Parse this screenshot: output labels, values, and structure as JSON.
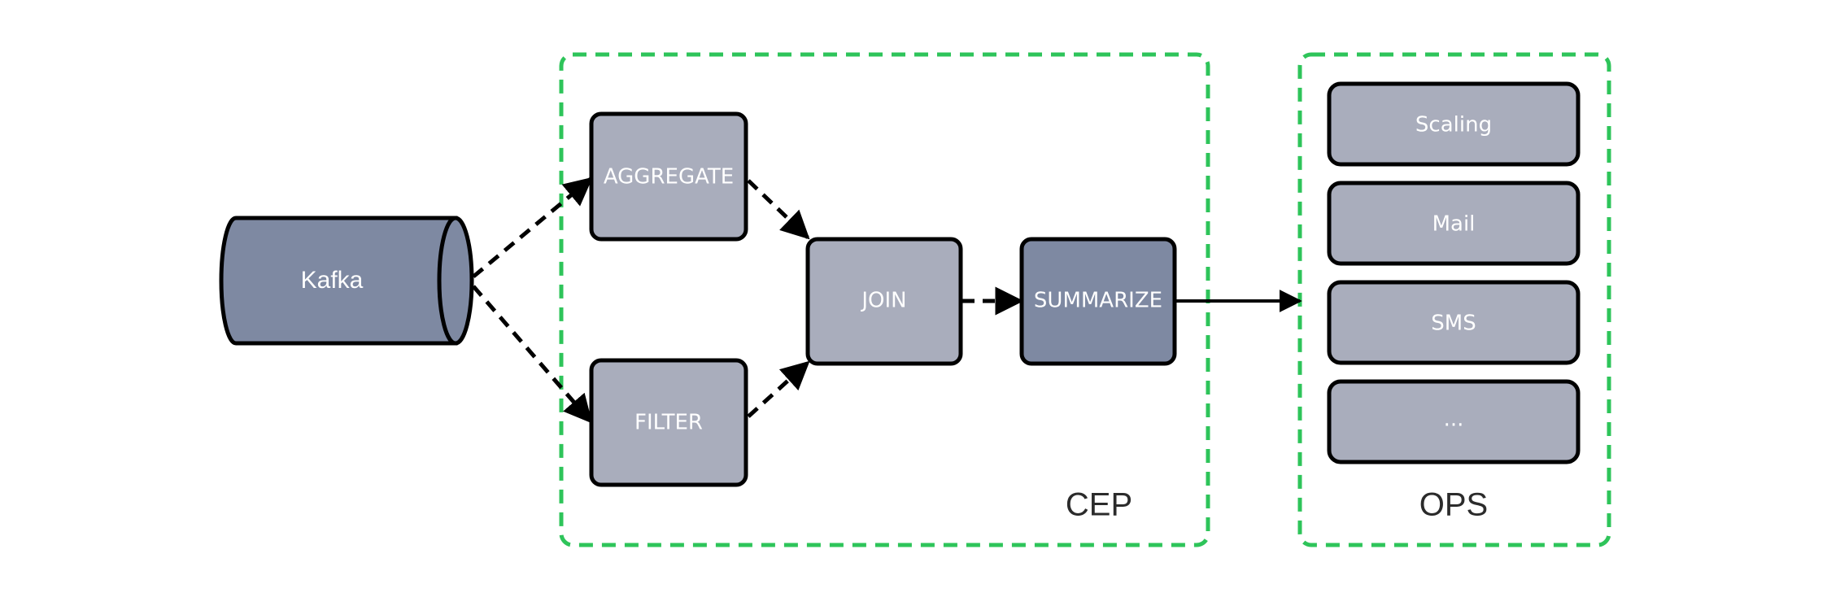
{
  "source": {
    "label": "Kafka"
  },
  "groups": {
    "cep": {
      "label": "CEP"
    },
    "ops": {
      "label": "OPS"
    }
  },
  "cep_nodes": {
    "aggregate": "AGGREGATE",
    "filter": "FILTER",
    "join": "JOIN",
    "summarize": "SUMMARIZE"
  },
  "ops_items": [
    "Scaling",
    "Mail",
    "SMS",
    "..."
  ],
  "colors": {
    "group_border": "#2ec45a",
    "node_light": "#a9adbc",
    "node_dark": "#7e89a2",
    "kafka_fill": "#7e89a2",
    "stroke": "#000000"
  }
}
